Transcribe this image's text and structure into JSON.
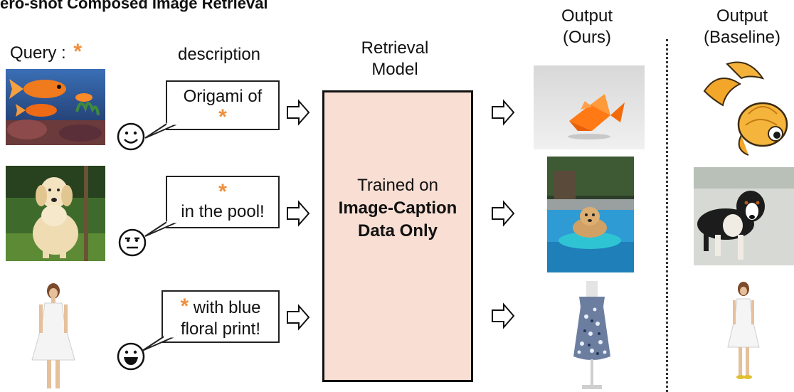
{
  "title": "ero-shot Composed Image Retrieval",
  "headers": {
    "query_label": "Query :",
    "query_star": "*",
    "description": "description",
    "model_line1": "Retrieval",
    "model_line2": "Model",
    "ours_line1": "Output",
    "ours_line2": "(Ours)",
    "baseline_line1": "Output",
    "baseline_line2": "(Baseline)"
  },
  "model_box": {
    "line1": "Trained on",
    "line2": "Image-Caption",
    "line3": "Data Only"
  },
  "rows": [
    {
      "desc_line1": "Origami of",
      "desc_star": "*",
      "face": "smile"
    },
    {
      "desc_star": "*",
      "desc_line2": "in the pool!",
      "face": "neutral"
    },
    {
      "desc_star": "*",
      "desc_line1_rest": " with blue",
      "desc_line2": "floral print!",
      "face": "grin"
    }
  ],
  "colors": {
    "accent_star": "#ef8f3d",
    "model_fill": "#f8ded3"
  }
}
